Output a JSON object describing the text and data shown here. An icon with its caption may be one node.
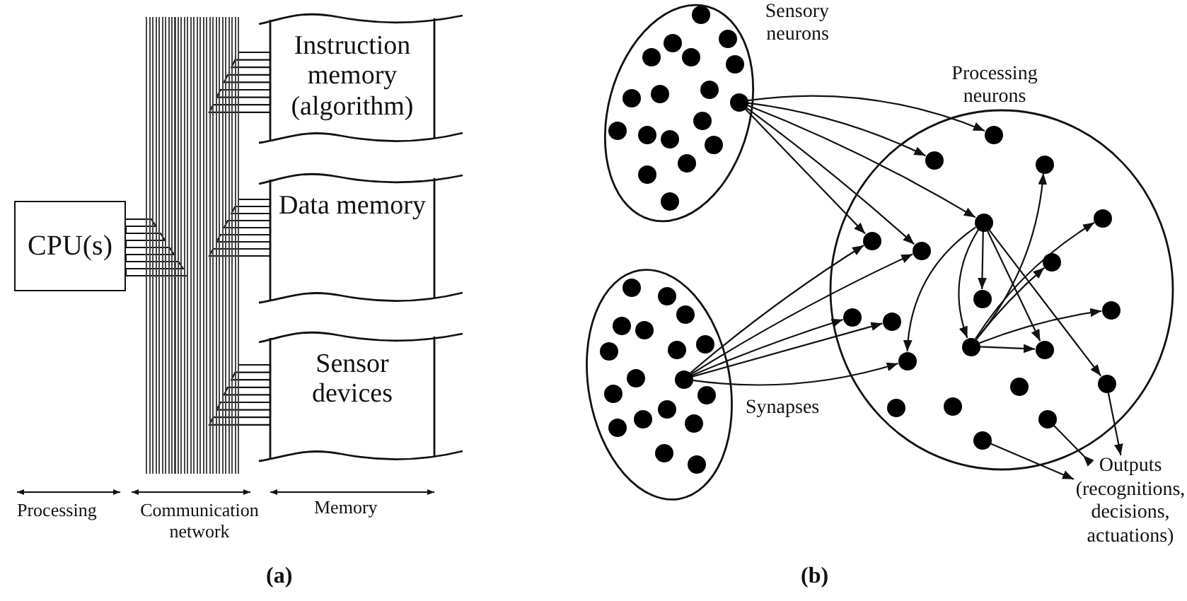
{
  "diagram": {
    "nodes": [
      {
        "text": [
          "CPU(s)"
        ]
      },
      {
        "text": [],
        "shape": "bar"
      },
      {
        "text": [
          "Instruction memory (algorithm)"
        ]
      },
      {
        "text": [
          "Data memory"
        ]
      },
      {
        "text": [
          "Sensor devices"
        ]
      },
      {
        "text": [
          "Sensory neurons"
        ]
      },
      {
        "text": [],
        "shape": "circle",
        "in": 5
      },
      {
        "text": [],
        "shape": "circle",
        "in": 5
      },
      {
        "text": [],
        "shape": "circle",
        "in": 5
      },
      {
        "text": [],
        "shape": "circle",
        "in": 5
      },
      {
        "text": [],
        "shape": "circle",
        "in": 5
      },
      {
        "text": [],
        "shape": "circle",
        "in": 5
      },
      {
        "text": [],
        "shape": "circle",
        "in": 5
      },
      {
        "text": [],
        "shape": "circle",
        "in": 5
      },
      {
        "text": [],
        "shape": "circle",
        "in": 5
      },
      {
        "text": [],
        "shape": "circle",
        "in": 5
      },
      {
        "text": [],
        "shape": "circle",
        "in": 5
      },
      {
        "text": [],
        "shape": "circle",
        "in": 5
      },
      {
        "text": [],
        "shape": "circle",
        "in": 5
      },
      {
        "text": [],
        "shape": "circle",
        "in": 5
      },
      {
        "text": [],
        "shape": "circle",
        "in": 5
      },
      {
        "text": [],
        "shape": "circle",
        "in": 5
      },
      {
        "text": [],
        "shape": "circle",
        "in": 5
      },
      {
        "text": [],
        "shape": "circle",
        "in": 5
      },
      {
        "text": [],
        "shape": "ellipse"
      },
      {
        "text": [],
        "shape": "circle",
        "in": 24
      },
      {
        "text": [],
        "shape": "circle",
        "in": 24
      },
      {
        "text": [],
        "shape": "circle",
        "in": 24
      },
      {
        "text": [],
        "shape": "circle",
        "in": 24
      },
      {
        "text": [],
        "shape": "circle",
        "in": 24
      },
      {
        "text": [],
        "shape": "circle",
        "in": 24
      },
      {
        "text": [],
        "shape": "circle",
        "in": 24
      },
      {
        "text": [],
        "shape": "circle",
        "in": 24
      },
      {
        "text": [],
        "shape": "circle",
        "in": 24
      },
      {
        "text": [],
        "shape": "circle",
        "in": 24
      },
      {
        "text": [],
        "shape": "circle",
        "in": 24
      },
      {
        "text": [],
        "shape": "circle",
        "in": 24
      },
      {
        "text": [],
        "shape": "circle",
        "in": 24
      },
      {
        "text": [],
        "shape": "circle",
        "in": 24
      },
      {
        "text": [],
        "shape": "circle",
        "in": 24
      },
      {
        "text": [],
        "shape": "circle",
        "in": 24
      },
      {
        "text": [],
        "shape": "circle",
        "in": 24
      },
      {
        "text": [],
        "shape": "circle",
        "in": 24
      },
      {
        "text": [
          "Processing neurons"
        ]
      },
      {
        "text": [],
        "shape": "circle",
        "in": 43
      },
      {
        "text": [],
        "shape": "circle",
        "in": 43
      },
      {
        "text": [],
        "shape": "circle",
        "in": 43
      },
      {
        "text": [],
        "shape": "circle",
        "in": 43
      },
      {
        "text": [],
        "shape": "circle",
        "in": 43
      },
      {
        "text": [],
        "shape": "circle",
        "in": 43
      },
      {
        "text": [],
        "shape": "circle",
        "in": 43
      },
      {
        "text": [],
        "shape": "circle",
        "in": 43
      },
      {
        "text": [],
        "shape": "circle",
        "in": 43
      },
      {
        "text": [],
        "shape": "circle",
        "in": 43
      },
      {
        "text": [],
        "shape": "circle",
        "in": 43
      },
      {
        "text": [],
        "shape": "circle",
        "in": 43
      },
      {
        "text": [],
        "shape": "circle",
        "in": 43
      },
      {
        "text": [],
        "shape": "circle",
        "in": 43
      },
      {
        "text": [],
        "shape": "circle",
        "in": 43
      },
      {
        "text": [],
        "shape": "circle",
        "in": 43
      },
      {
        "text": [],
        "shape": "circle",
        "in": 43
      },
      {
        "text": [],
        "shape": "circle",
        "in": 43
      },
      {
        "text": [],
        "shape": "circle",
        "in": 43
      },
      {
        "text": [],
        "shape": "circle",
        "in": 43
      },
      {
        "text": [],
        "shape": "circle",
        "in": 43
      },
      {
        "text": [
          "Outputs (recognitions, decisions, actuations)"
        ]
      }
    ],
    "edges": [
      {
        "from": 0,
        "to": 1,
        "arrow": "none"
      },
      {
        "from": 1,
        "to": 2,
        "arrow": "none"
      },
      {
        "from": 1,
        "to": 3,
        "arrow": "none"
      },
      {
        "from": 1,
        "to": 4,
        "arrow": "none"
      },
      {
        "from": 15,
        "to": 44,
        "arrow": "to"
      },
      {
        "from": 15,
        "to": 45,
        "arrow": "to"
      },
      {
        "from": 15,
        "to": 48,
        "arrow": "to"
      },
      {
        "from": 15,
        "to": 49,
        "arrow": "to"
      },
      {
        "from": 15,
        "to": 50,
        "arrow": "to"
      },
      {
        "from": 34,
        "to": 49,
        "arrow": "to"
      },
      {
        "from": 34,
        "to": 50,
        "arrow": "to"
      },
      {
        "from": 34,
        "to": 54,
        "arrow": "to"
      },
      {
        "from": 34,
        "to": 55,
        "arrow": "to"
      },
      {
        "from": 34,
        "to": 58,
        "arrow": "to"
      },
      {
        "from": 48,
        "to": 52,
        "arrow": "to"
      },
      {
        "from": 48,
        "to": 56,
        "arrow": "to"
      },
      {
        "from": 48,
        "to": 58,
        "arrow": "to"
      },
      {
        "from": 48,
        "to": 57,
        "arrow": "to"
      },
      {
        "from": 48,
        "to": 59,
        "arrow": "to"
      },
      {
        "from": 56,
        "to": 46,
        "arrow": "to"
      },
      {
        "from": 56,
        "to": 47,
        "arrow": "to"
      },
      {
        "from": 56,
        "to": 51,
        "arrow": "to"
      },
      {
        "from": 56,
        "to": 53,
        "arrow": "to"
      },
      {
        "from": 56,
        "to": 57,
        "arrow": "to"
      },
      {
        "from": 59,
        "to": 65,
        "arrow": "to"
      },
      {
        "from": 63,
        "to": 65,
        "arrow": "to"
      },
      {
        "from": 64,
        "to": 65,
        "arrow": "to"
      }
    ],
    "labels": [
      "Synapses",
      "Processing",
      "Communication network",
      "Memory",
      "(a)",
      "(b)"
    ]
  }
}
